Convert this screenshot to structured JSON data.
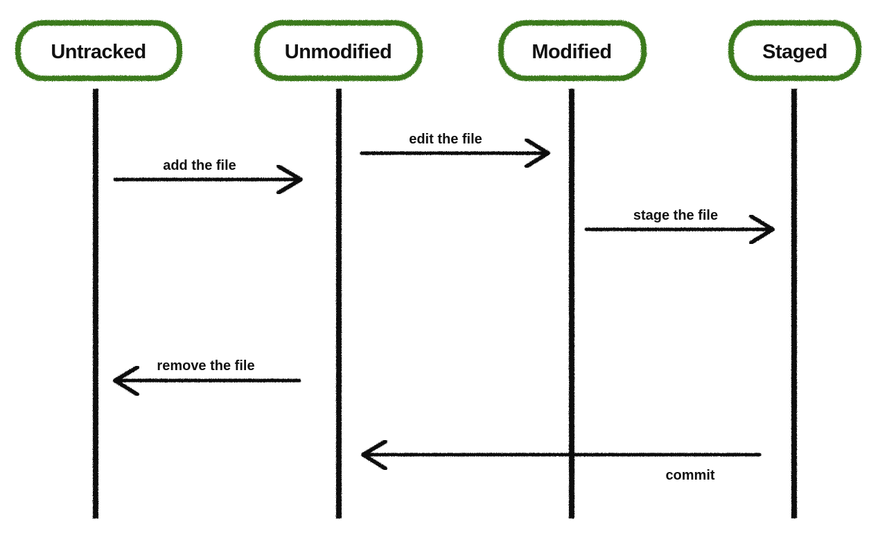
{
  "colors": {
    "state_border": "#3a7a1e",
    "ink": "#111111",
    "background": "#ffffff"
  },
  "states": [
    {
      "id": "untracked",
      "label": "Untracked"
    },
    {
      "id": "unmodified",
      "label": "Unmodified"
    },
    {
      "id": "modified",
      "label": "Modified"
    },
    {
      "id": "staged",
      "label": "Staged"
    }
  ],
  "transitions": [
    {
      "id": "add",
      "label": "add the file",
      "from": "untracked",
      "to": "unmodified"
    },
    {
      "id": "edit",
      "label": "edit the file",
      "from": "unmodified",
      "to": "modified"
    },
    {
      "id": "stage",
      "label": "stage the file",
      "from": "modified",
      "to": "staged"
    },
    {
      "id": "remove",
      "label": "remove the file",
      "from": "unmodified",
      "to": "untracked"
    },
    {
      "id": "commit",
      "label": "commit",
      "from": "staged",
      "to": "unmodified"
    }
  ]
}
